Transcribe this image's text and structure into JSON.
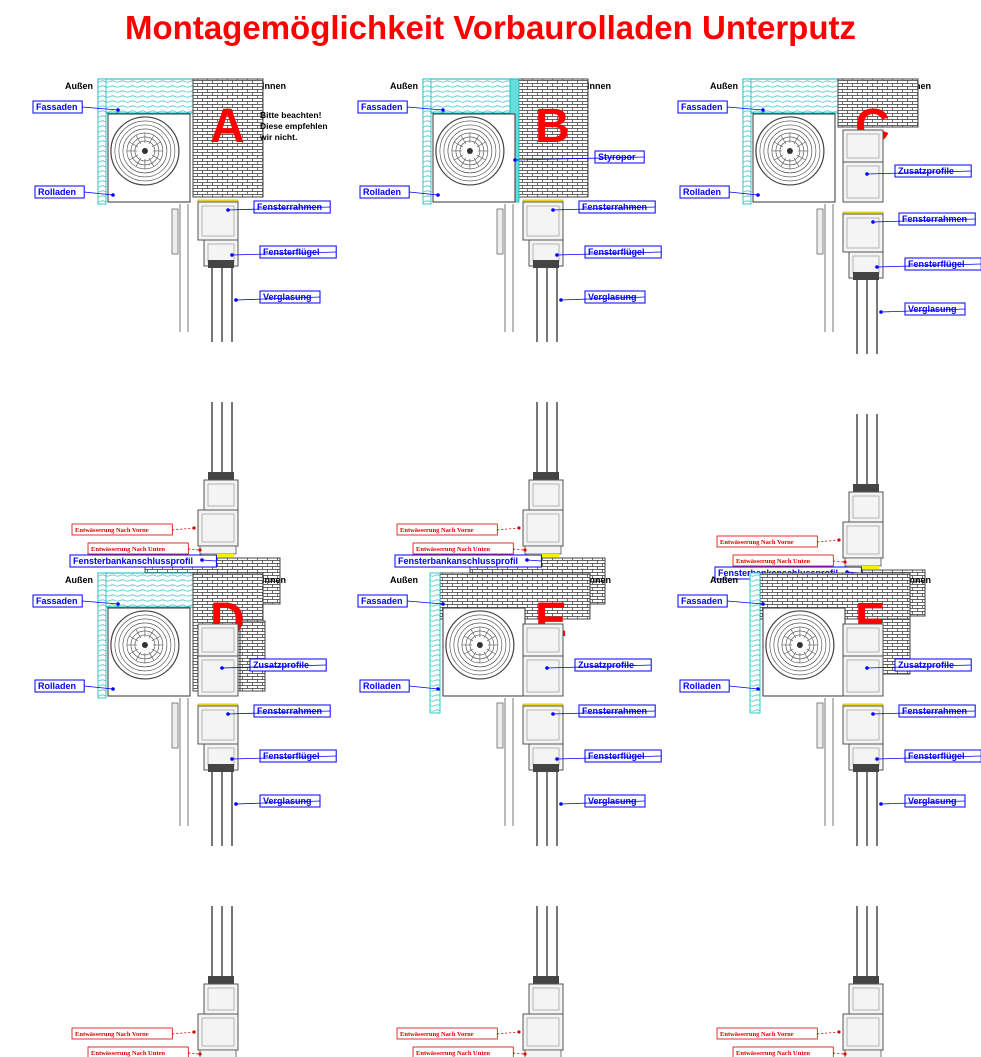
{
  "title": "Montagemöglichkeit Vorbaurolladen Unterputz",
  "common_labels": {
    "outside": "Außen",
    "inside": "Innen",
    "facade": "Fassaden",
    "shutter": "Rolladen",
    "frame": "Fensterrahmen",
    "sash": "Fensterflügel",
    "glazing": "Verglasung",
    "additional_profile": "Zusatzprofile",
    "styrofoam": "Styropor",
    "drain_front": "Entwässerung Nach Vorne",
    "drain_down": "Entwässerung Nach Unten",
    "sill_profile": "Fensterbankanschlussprofil"
  },
  "variants": [
    {
      "letter": "A",
      "note": [
        "Bitte beachten!",
        "Diese empfehlen",
        "wir nicht."
      ],
      "wall": "facade-left",
      "extras": []
    },
    {
      "letter": "B",
      "note": [],
      "wall": "facade-left",
      "extras": [
        "styrofoam"
      ]
    },
    {
      "letter": "C",
      "note": [],
      "wall": "facade-left",
      "extras": [
        "additional_profile"
      ]
    },
    {
      "letter": "D",
      "note": [],
      "wall": "facade-left",
      "extras": [
        "additional_profile"
      ]
    },
    {
      "letter": "E",
      "note": [],
      "wall": "brick-full",
      "extras": [
        "additional_profile"
      ]
    },
    {
      "letter": "F",
      "note": [],
      "wall": "brick-full",
      "extras": [
        "additional_profile"
      ]
    }
  ],
  "colors": {
    "title": "#ff0000",
    "letter": "#ff0000",
    "label_text": "#0000ff",
    "drain_text": "#dd0000",
    "facade": "#00bbbb",
    "brick": "#444444",
    "frame": "#555555",
    "gasket": "#ffee00"
  }
}
